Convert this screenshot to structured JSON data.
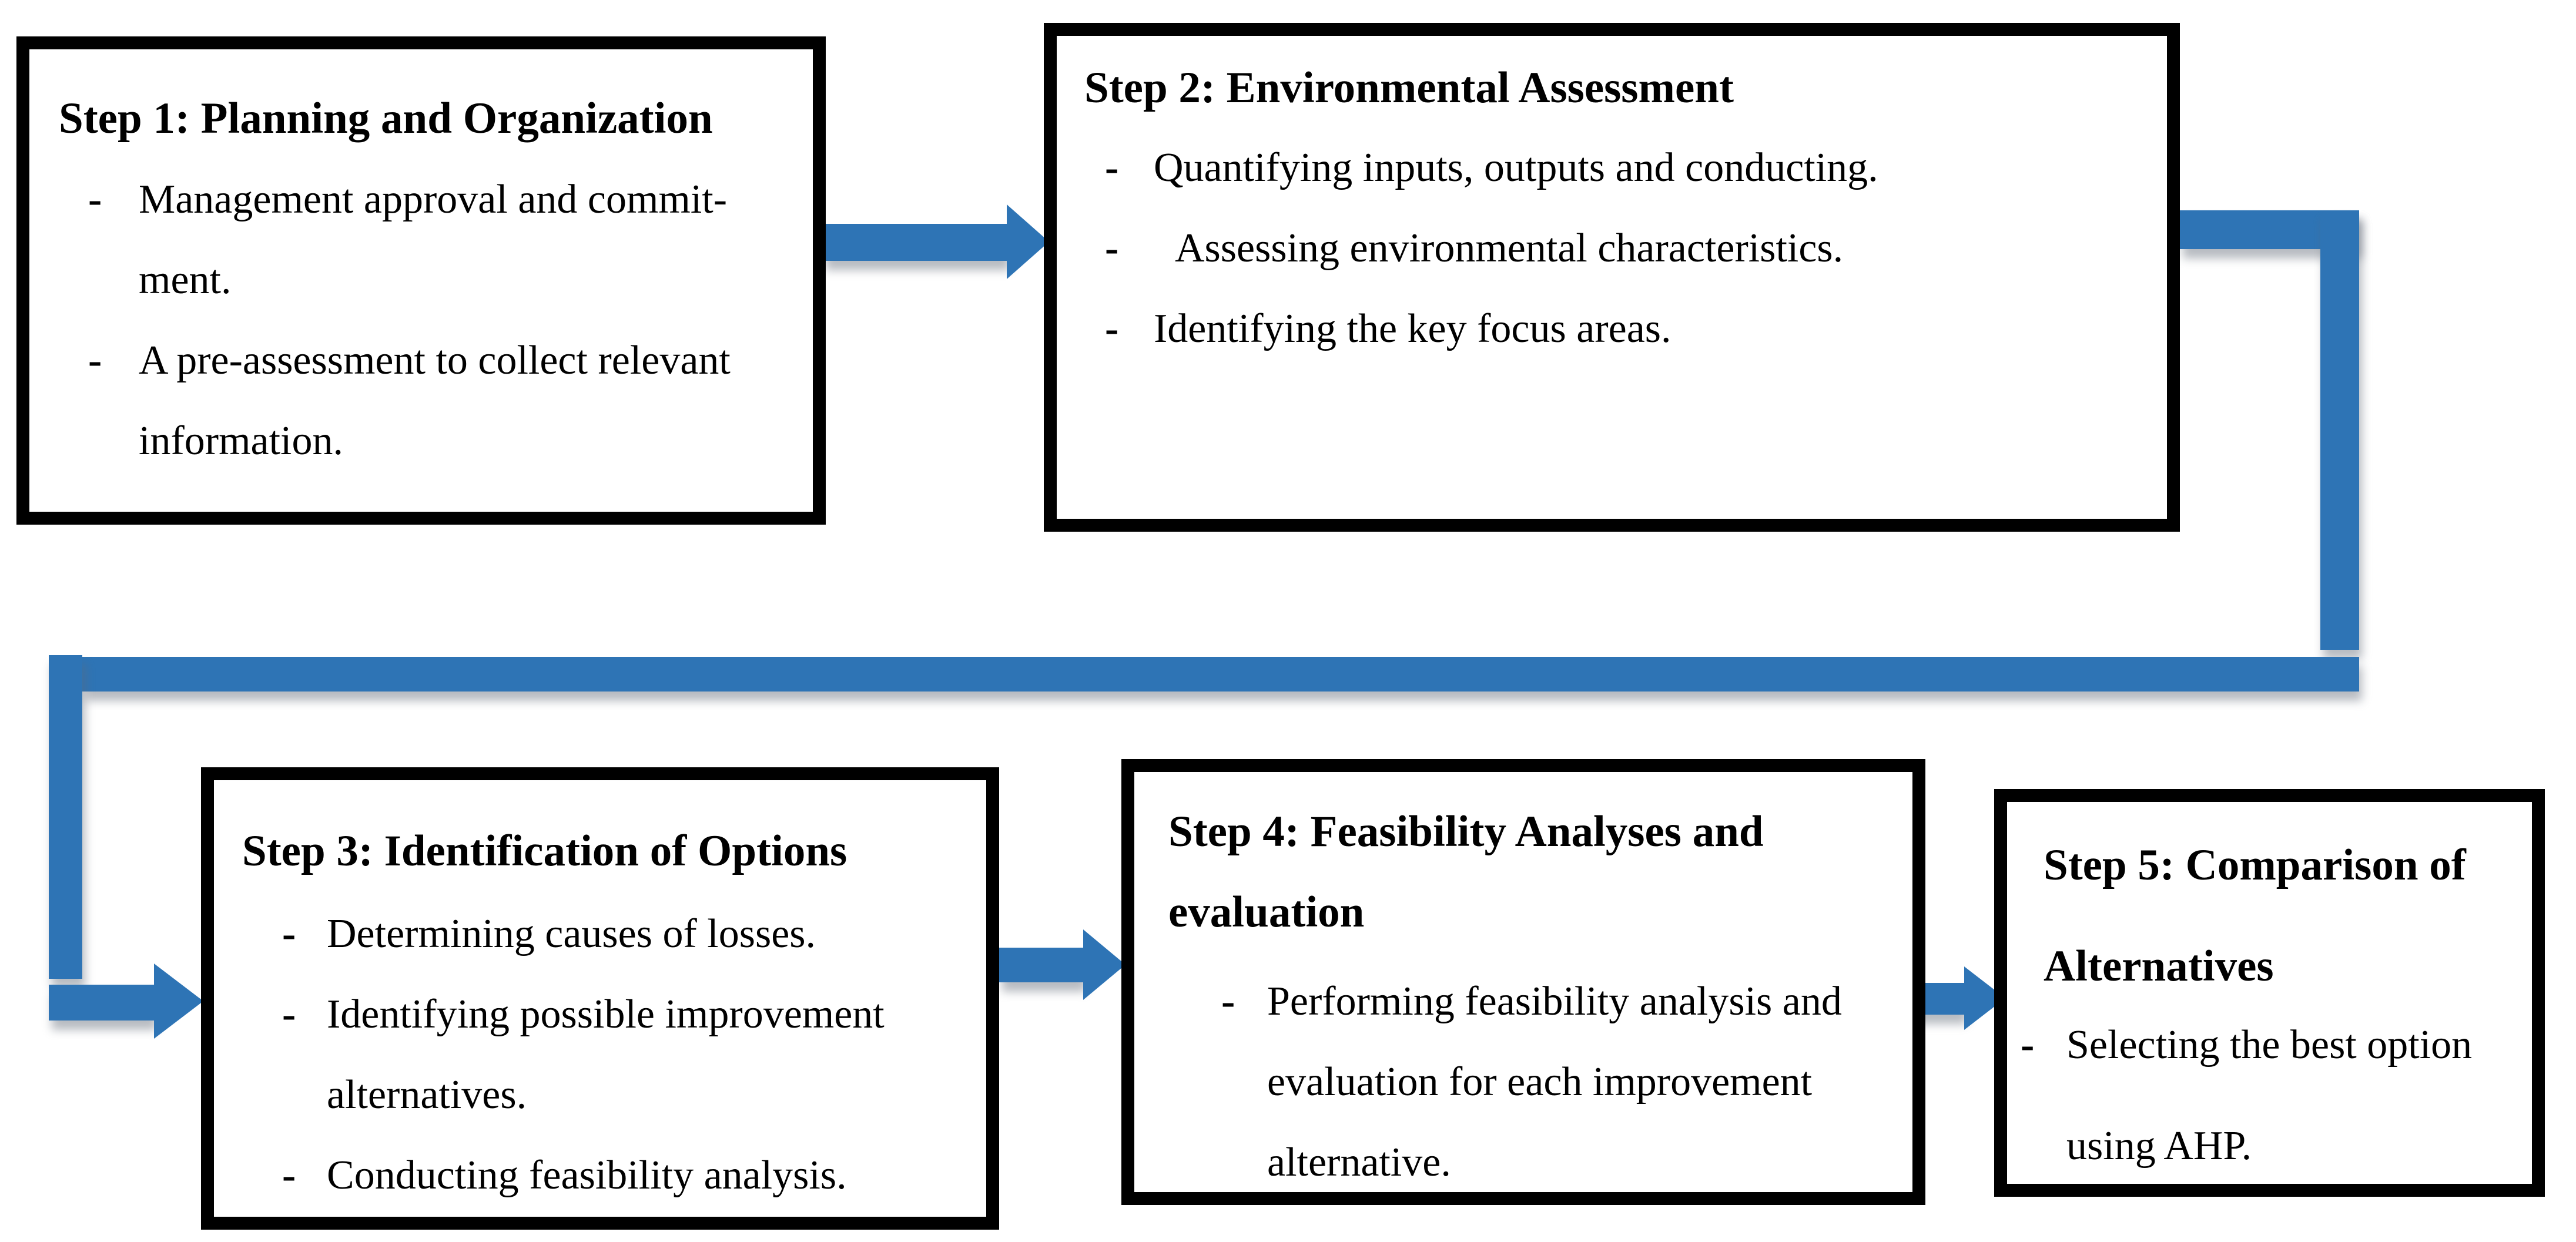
{
  "diagram": {
    "type": "flowchart",
    "accent_color": "#2E74B5",
    "box_border_color": "#000000",
    "background_color": "#ffffff",
    "bullet_marker": "-",
    "boxes": [
      {
        "id": "step1",
        "title_lines": [
          "Step 1: Planning and Organization"
        ],
        "items": [
          {
            "lines": [
              "Management approval and commit-",
              "ment."
            ]
          },
          {
            "lines": [
              "A pre-assessment to collect relevant",
              "information."
            ]
          }
        ]
      },
      {
        "id": "step2",
        "title_lines": [
          "Step 2: Environmental Assessment"
        ],
        "items": [
          {
            "lines": [
              "Quantifying inputs, outputs and conducting."
            ]
          },
          {
            "lines": [
              "Assessing environmental characteristics."
            ]
          },
          {
            "lines": [
              "Identifying the key focus areas."
            ]
          }
        ]
      },
      {
        "id": "step3",
        "title_lines": [
          "Step 3: Identification of Options"
        ],
        "items": [
          {
            "lines": [
              "Determining causes of losses."
            ]
          },
          {
            "lines": [
              "Identifying possible improvement",
              "alternatives."
            ]
          },
          {
            "lines": [
              "Conducting feasibility analysis."
            ]
          }
        ]
      },
      {
        "id": "step4",
        "title_lines": [
          "Step 4: Feasibility Analyses and",
          "evaluation"
        ],
        "items": [
          {
            "lines": [
              "Performing feasibility analysis and",
              "evaluation for each improvement",
              "alternative."
            ]
          }
        ]
      },
      {
        "id": "step5",
        "title_lines": [
          "Step 5: Comparison of",
          "Alternatives"
        ],
        "items": [
          {
            "lines": [
              "Selecting the best option",
              "using AHP."
            ]
          }
        ]
      }
    ],
    "connectors": [
      "arrow-step1-to-step2",
      "elbow-step2-to-step3",
      "arrow-step3-to-step4",
      "arrow-step4-to-step5"
    ]
  }
}
